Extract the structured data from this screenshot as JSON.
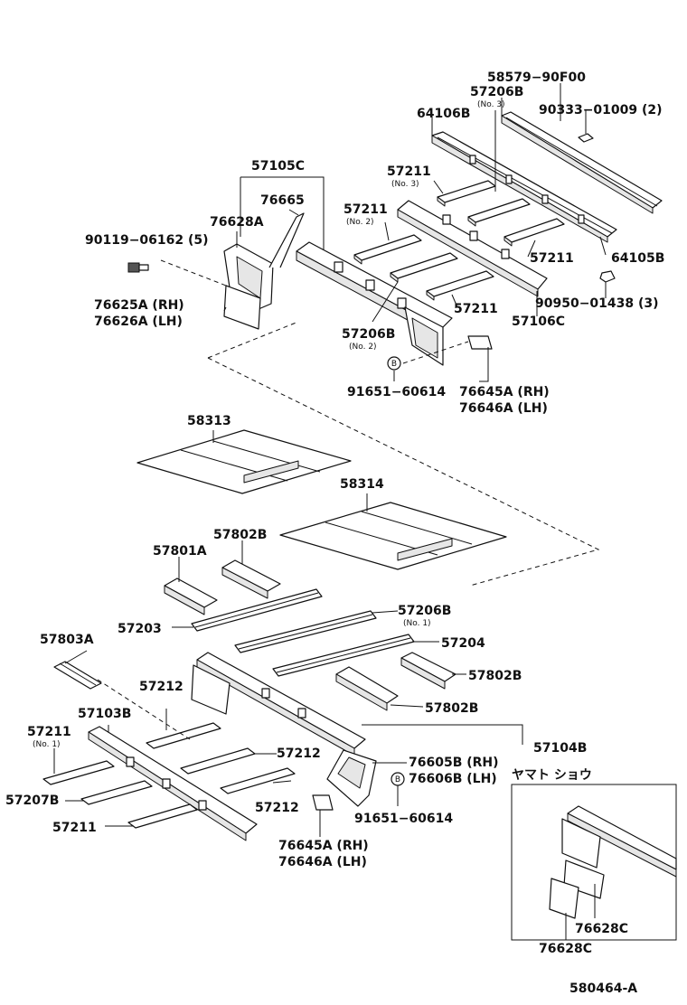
{
  "diagram": {
    "code": "580464-A",
    "note": "ヤマト ショウ",
    "circle_letter": "B",
    "labels": {
      "p58579": "58579−90F00",
      "p57206b_3": "57206B",
      "no3a": "(No. 3)",
      "p90333": "90333−01009 (2)",
      "p64106b": "64106B",
      "p57105c": "57105C",
      "p57211_3": "57211",
      "no3b": "(No. 3)",
      "p76665": "76665",
      "p57211_2": "57211",
      "no2a": "(No. 2)",
      "p76628a": "76628A",
      "p90119": "90119−06162 (5)",
      "p57211_r": "57211",
      "p64105b": "64105B",
      "p76625a": "76625A (RH)",
      "p76626a": "76626A (LH)",
      "p90950": "90950−01438 (3)",
      "p57211_m": "57211",
      "p57106c": "57106C",
      "p57206b_2": "57206B",
      "no2b": "(No. 2)",
      "p91651_a": "91651−60614",
      "p76645a_a": "76645A (RH)",
      "p76646a_a": "76646A (LH)",
      "p58313": "58313",
      "p58314": "58314",
      "p57802b_a": "57802B",
      "p57801a": "57801A",
      "p57203": "57203",
      "p57206b_1": "57206B",
      "no1a": "(No. 1)",
      "p57204": "57204",
      "p57803a": "57803A",
      "p57802b_b": "57802B",
      "p57802b_c": "57802B",
      "p57212_a": "57212",
      "p57103b": "57103B",
      "p57211_1": "57211",
      "no1b": "(No. 1)",
      "p57104b": "57104B",
      "p57212_b": "57212",
      "p76605b": "76605B (RH)",
      "p76606b": "76606B (LH)",
      "p57207b": "57207B",
      "p57212_c": "57212",
      "p91651_b": "91651−60614",
      "p57211_b": "57211",
      "p76645a_b": "76645A (RH)",
      "p76646a_b": "76646A (LH)",
      "p76628c_a": "76628C",
      "p76628c_b": "76628C"
    }
  }
}
